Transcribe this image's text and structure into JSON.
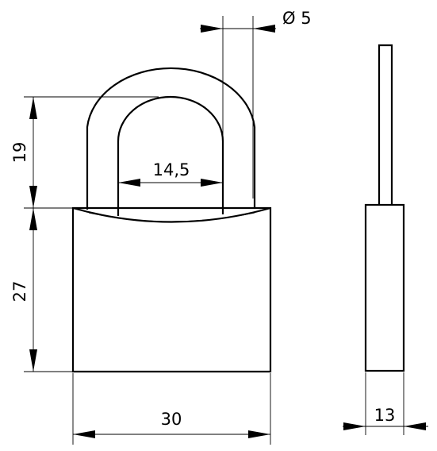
{
  "dimensions": {
    "shackle_height": "19",
    "body_height": "27",
    "inner_width": "14,5",
    "shackle_diameter": "Ø 5",
    "body_width": "30",
    "thickness": "13"
  }
}
